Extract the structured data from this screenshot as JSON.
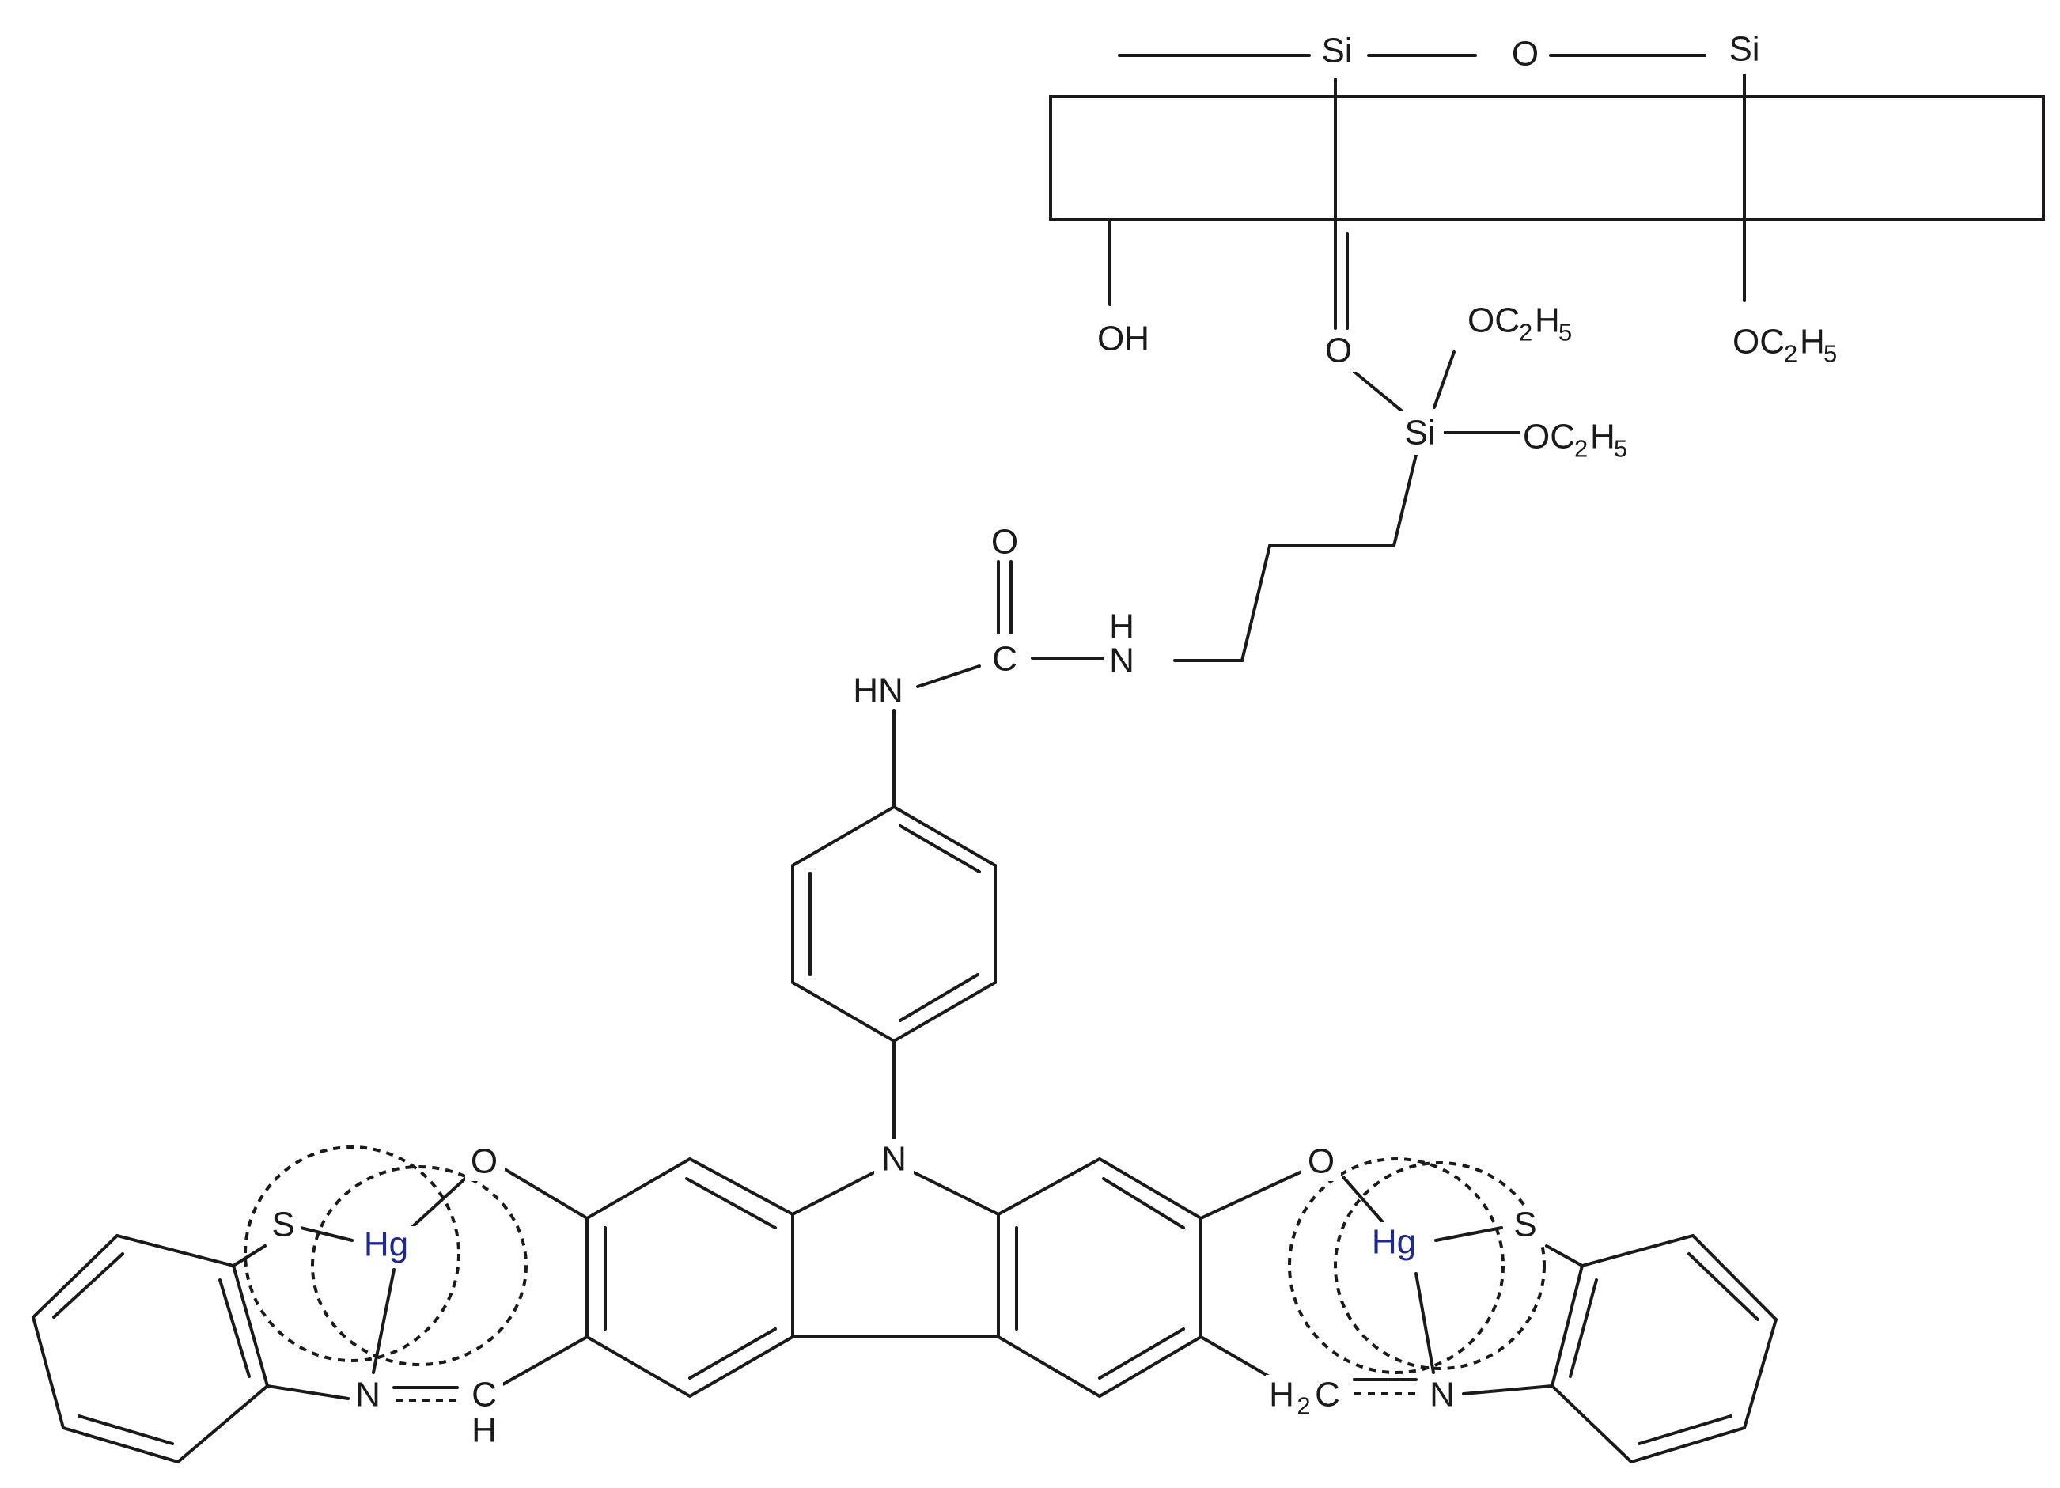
{
  "diagram": {
    "atom_labels": {
      "si_left": "Si",
      "si_right": "Si",
      "o_bridge": "O",
      "oh": "OH",
      "o_surface": "O",
      "si_silane": "Si",
      "oet_1": "OC",
      "oet_2": "OC",
      "oet_3": "OC",
      "sub_2": "2",
      "h5": "H",
      "sub_5": "5",
      "o_urea": "O",
      "c_urea": "C",
      "h_urea": "H",
      "n_urea": "N",
      "hn": "HN",
      "n_carbazole": "N",
      "o_left": "O",
      "o_right": "O",
      "hg_left": "Hg",
      "hg_right": "Hg",
      "s_left": "S",
      "s_right": "S",
      "n_left": "N",
      "n_right": "N",
      "c_imine": "C",
      "h_imine": "H",
      "h2c": "H",
      "h2c_sub": "2",
      "h2c_c": "C"
    },
    "colors": {
      "ink": "#1a1a1a",
      "mercury": "#1f2a8a"
    }
  }
}
